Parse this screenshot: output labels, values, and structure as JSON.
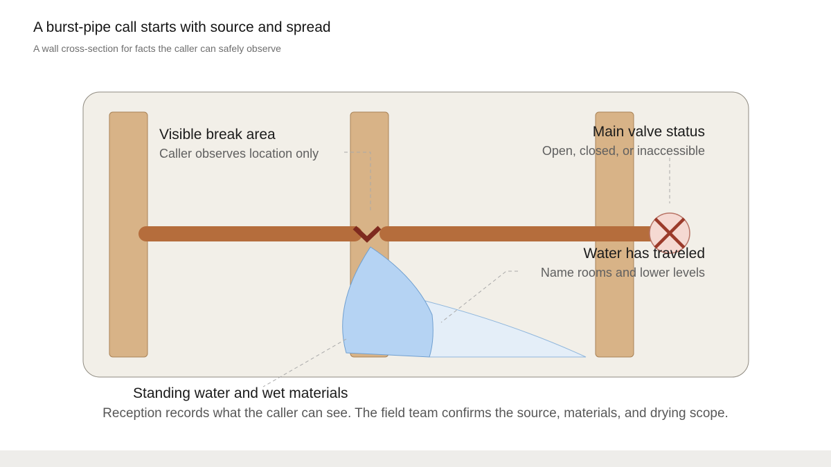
{
  "header": {
    "title": "A burst-pipe call starts with source and spread",
    "subtitle": "A wall cross-section for facts the caller can safely observe"
  },
  "callouts": {
    "break_area": {
      "title": "Visible break area",
      "detail": "Caller observes location only"
    },
    "valve": {
      "title": "Main valve status",
      "detail": "Open, closed, or inaccessible"
    },
    "travel": {
      "title": "Water has traveled",
      "detail": "Name rooms and lower levels"
    },
    "standing": {
      "title": "Standing water and wet materials"
    }
  },
  "caption": "Reception records what the caller can see. The field team confirms the source, materials, and drying scope.",
  "colors": {
    "wall_fill": "#f2efe8",
    "stud": "#d8b387",
    "pipe": "#b56d3c",
    "break_mark": "#7e2a1f",
    "valve_fill": "#f5d9d2",
    "valve_x": "#9b3a2a",
    "water_deep": "#b5d3f3",
    "water_light": "#e4eef8",
    "leader": "#a9a9a9"
  },
  "icons": {
    "break": "break-chevron-icon",
    "valve": "closed-valve-icon"
  }
}
